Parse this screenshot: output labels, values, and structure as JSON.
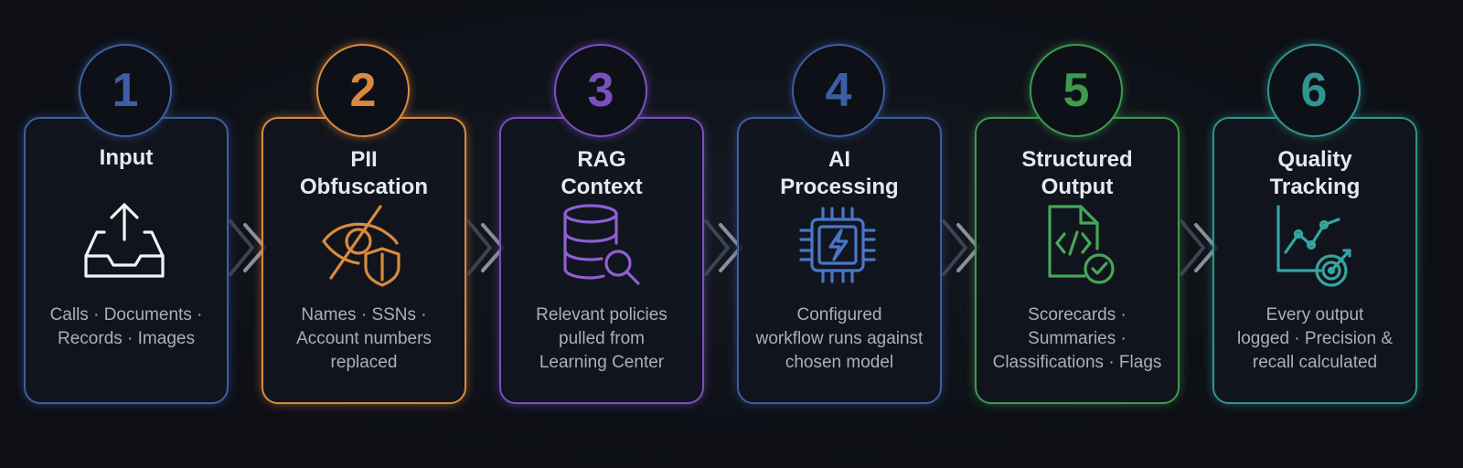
{
  "steps": [
    {
      "number": "1",
      "title": [
        "Input"
      ],
      "description": [
        "Calls · Documents ·",
        "Records · Images"
      ],
      "color": "#3b5fa3",
      "icon": "inbox-upload-icon"
    },
    {
      "number": "2",
      "title": [
        "PII",
        "Obfuscation"
      ],
      "description": [
        "Names · SSNs ·",
        "Account numbers",
        "replaced"
      ],
      "color": "#d98a3f",
      "icon": "eye-slash-shield-icon"
    },
    {
      "number": "3",
      "title": [
        "RAG",
        "Context"
      ],
      "description": [
        "Relevant policies",
        "pulled from",
        "Learning Center"
      ],
      "color": "#7b4fc0",
      "icon": "database-search-icon"
    },
    {
      "number": "4",
      "title": [
        "AI",
        "Processing"
      ],
      "description": [
        "Configured",
        "workflow runs against",
        "chosen model"
      ],
      "color": "#3b5fa3",
      "icon": "cpu-lightning-icon"
    },
    {
      "number": "5",
      "title": [
        "Structured",
        "Output"
      ],
      "description": [
        "Scorecards ·",
        "Summaries ·",
        "Classifications · Flags"
      ],
      "color": "#3d9a4e",
      "icon": "code-file-check-icon"
    },
    {
      "number": "6",
      "title": [
        "Quality",
        "Tracking"
      ],
      "description": [
        "Every output",
        "logged · Precision &",
        "recall calculated"
      ],
      "color": "#2f9591",
      "icon": "line-chart-target-icon"
    }
  ]
}
